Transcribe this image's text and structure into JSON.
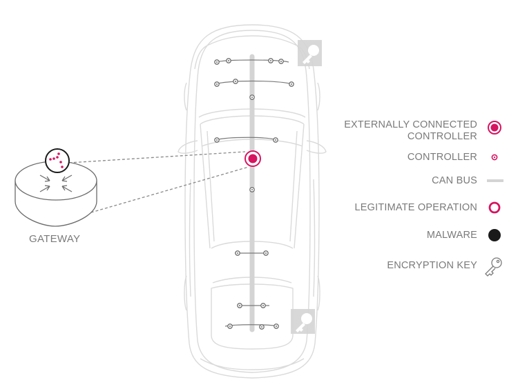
{
  "gateway": {
    "label": "GATEWAY"
  },
  "legend": {
    "items": [
      {
        "key": "external",
        "label": "EXTERNALLY CONNECTED CONTROLLER",
        "lines": [
          "EXTERNALLY CONNECTED",
          "CONTROLLER"
        ],
        "icon": "externally-connected-controller-icon"
      },
      {
        "key": "controller",
        "label": "CONTROLLER",
        "lines": [
          "CONTROLLER"
        ],
        "icon": "controller-icon"
      },
      {
        "key": "canbus",
        "label": "CAN BUS",
        "lines": [
          "CAN BUS"
        ],
        "icon": "can-bus-icon"
      },
      {
        "key": "legit",
        "label": "LEGITIMATE OPERATION",
        "lines": [
          "LEGITIMATE OPERATION"
        ],
        "icon": "legitimate-operation-icon"
      },
      {
        "key": "malware",
        "label": "MALWARE",
        "lines": [
          "MALWARE"
        ],
        "icon": "malware-icon"
      },
      {
        "key": "key",
        "label": "ENCRYPTION KEY",
        "lines": [
          "ENCRYPTION KEY"
        ],
        "icon": "encryption-key-icon"
      }
    ]
  },
  "colors": {
    "accent": "#d6145f",
    "text": "#7a7a7a",
    "outline": "#d9d9d9",
    "bus": "#d4d4d4",
    "controller": "#6e6e6e",
    "malware": "#1a1a1a",
    "key_badge": "#d4d4d4"
  }
}
